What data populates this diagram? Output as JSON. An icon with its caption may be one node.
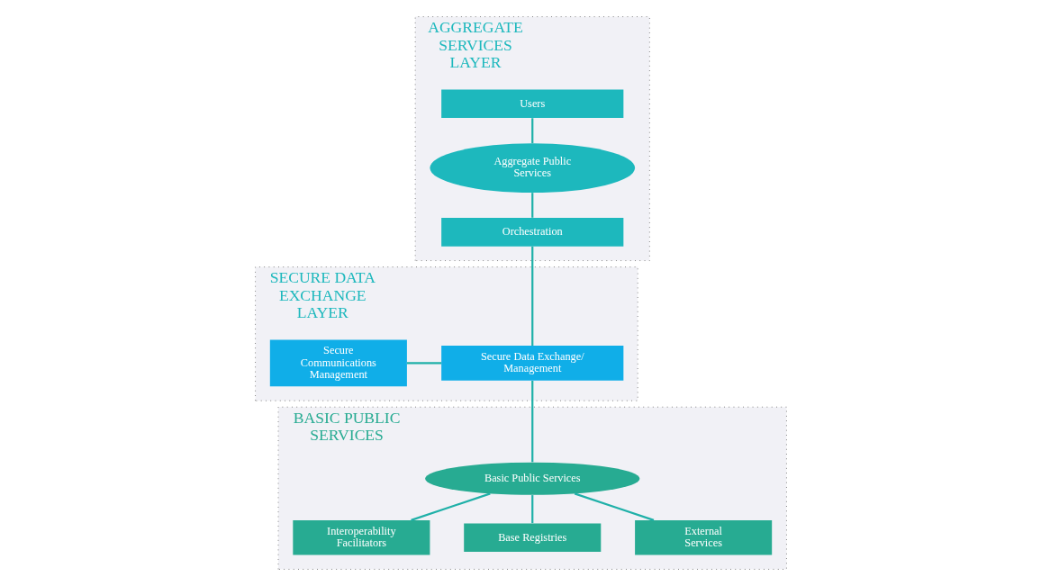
{
  "diagram": {
    "nodes": [
      {
        "text": [
          "AGGREGATE SERVICES LAYER"
        ]
      },
      {
        "text": [
          "Users"
        ],
        "in": 0
      },
      {
        "text": [
          "Aggregate Public Services"
        ],
        "in": 0
      },
      {
        "text": [
          "Orchestration"
        ],
        "in": 0
      },
      {
        "text": [
          "SECURE DATA EXCHANGE LAYER"
        ]
      },
      {
        "text": [
          "Secure Communications Management"
        ],
        "in": 4
      },
      {
        "text": [
          "Secure Data Exchange/ Management"
        ],
        "in": 4
      },
      {
        "text": [
          "BASIC PUBLIC SERVICES"
        ]
      },
      {
        "text": [
          "Basic Public Services"
        ],
        "in": 7
      },
      {
        "text": [
          "Interoperability Facilitators"
        ],
        "in": 7
      },
      {
        "text": [
          "Base Registries"
        ],
        "in": 7
      },
      {
        "text": [
          "External Services"
        ],
        "in": 7
      }
    ],
    "edges": [
      {
        "from": 1,
        "to": 2,
        "arrow": "none"
      },
      {
        "from": 2,
        "to": 3,
        "arrow": "none"
      },
      {
        "from": 3,
        "to": 6,
        "arrow": "none"
      },
      {
        "from": 5,
        "to": 6,
        "arrow": "none"
      },
      {
        "from": 6,
        "to": 8,
        "arrow": "none"
      },
      {
        "from": 8,
        "to": 9,
        "arrow": "none"
      },
      {
        "from": 8,
        "to": 10,
        "arrow": "none"
      },
      {
        "from": 8,
        "to": 11,
        "arrow": "none"
      }
    ]
  }
}
